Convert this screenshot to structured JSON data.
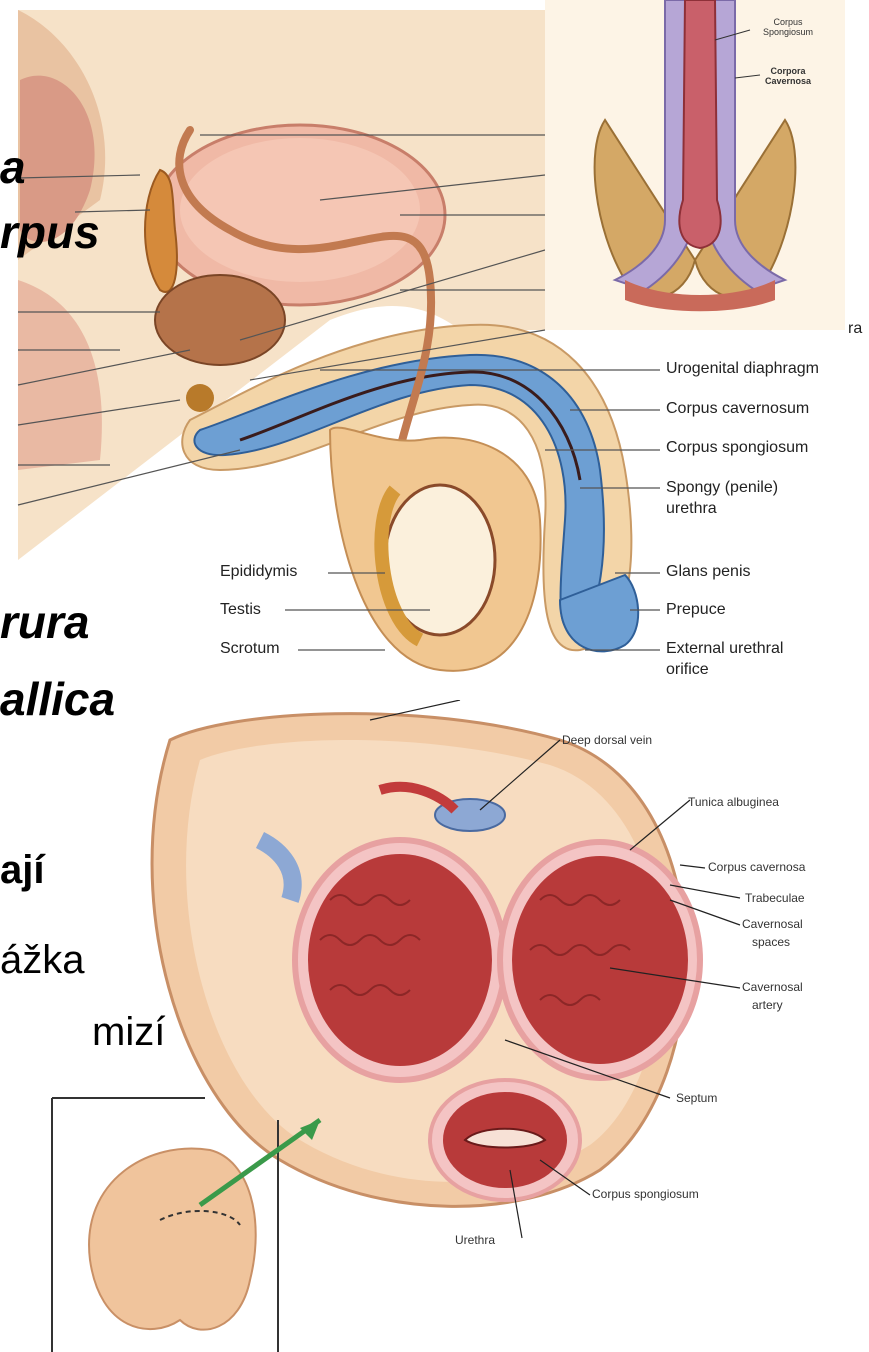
{
  "slide": {
    "text_lines": [
      "a",
      "rpus",
      "rura",
      "allica",
      "ají",
      "ážka",
      "mizí"
    ]
  },
  "top_diagram": {
    "labels_right": [
      "Urogenital diaphragm",
      "Corpus cavernosum",
      "Corpus spongiosum",
      "Spongy (penile)",
      "urethra",
      "Glans penis",
      "Prepuce",
      "External urethral",
      "orifice"
    ],
    "partial_label": "ra",
    "labels_left": [
      "Epididymis",
      "Testis",
      "Scrotum"
    ]
  },
  "inset_diagram": {
    "labels": [
      "Corpus",
      "Spongiosum",
      "Corpora",
      "Cavernosa"
    ]
  },
  "cross_section": {
    "labels": [
      "Deep dorsal vein",
      "Tunica albuginea",
      "Corpus cavernosa",
      "Trabeculae",
      "Cavernosal",
      "spaces",
      "Cavernosal",
      "artery",
      "Septum",
      "Corpus spongiosum",
      "Urethra"
    ]
  },
  "colors": {
    "tissue": "#b83a3a",
    "spongiosum": "#5b8fc9",
    "skin": "#f0c89a",
    "inset_bg": "#fdf4e6"
  }
}
